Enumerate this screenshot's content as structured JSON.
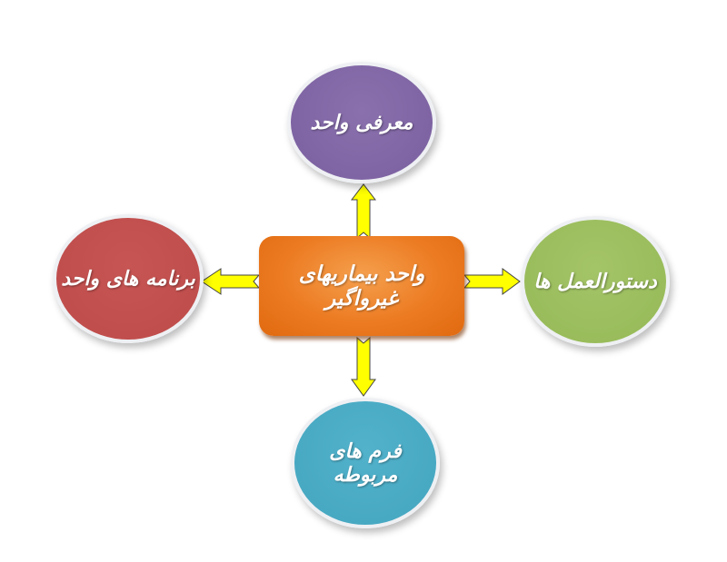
{
  "center": {
    "label": "واحد بیماریهای غیرواگیر"
  },
  "nodes": {
    "top": {
      "label": "معرفی واحد",
      "color": "#7a5f9f"
    },
    "right": {
      "label": "دستورالعمل ها",
      "color": "#95b956"
    },
    "bottom": {
      "label": "فرم های مربوطه",
      "color": "#44a5bf"
    },
    "left": {
      "label": "برنامه های واحد",
      "color": "#bd4b4a"
    }
  },
  "colors": {
    "center": "#ec7b22",
    "arrow": "#ffff00"
  }
}
